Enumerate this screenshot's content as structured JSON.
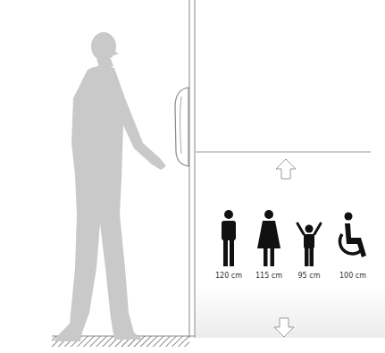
{
  "diagram": {
    "labels": [
      "120 cm",
      "115 cm",
      "95 cm",
      "100 cm"
    ]
  }
}
